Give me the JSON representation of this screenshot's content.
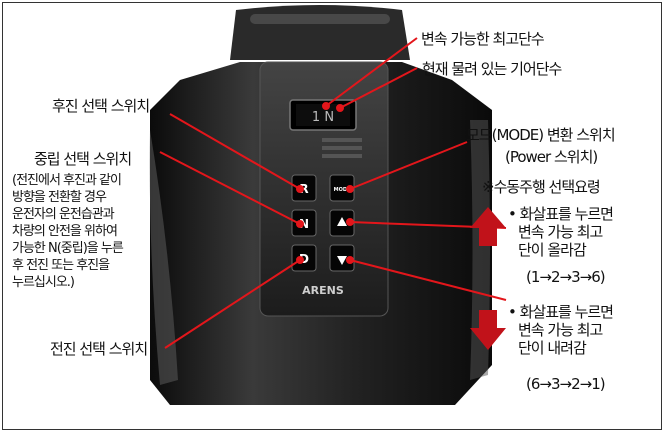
{
  "labels": {
    "max_gear": "변속 가능한 최고단수",
    "current_gear": "현재 물려 있는 기어단수",
    "reverse_switch": "후진 선택 스위치",
    "neutral_switch": "중립 선택 스위치",
    "neutral_note": [
      "(전진에서 후진과 같이",
      "방향을 전환할 경우",
      "운전자의 운전습관과",
      "차량의 안전을 위하여",
      "가능한 N(중립)을 누른",
      "후 전진 또는 후진을",
      "누르십시오.)"
    ],
    "mode_switch": "모드(MODE) 변환 스위치",
    "power_switch": "(Power 스위치)",
    "manual_title": "※수동주행 선택요령",
    "up_instruction": [
      "• 화살표를 누르면",
      "변속 가능 최고",
      "단이 올라감"
    ],
    "up_sequence": "(1→2→3→6)",
    "down_instruction": [
      "• 화살표를 누르면",
      "변속 가능 최고",
      "단이 내려감"
    ],
    "down_sequence": "(6→3→2→1)",
    "forward_switch": "전진 선택 스위치"
  },
  "device": {
    "buttons": [
      "R",
      "N",
      "D"
    ],
    "mode_button": "MODE",
    "brand": "ARENS",
    "display_text": "1 N"
  },
  "colors": {
    "leader": "#e3161b",
    "arrow": "#c1121a",
    "device": "#1a1a1a"
  }
}
